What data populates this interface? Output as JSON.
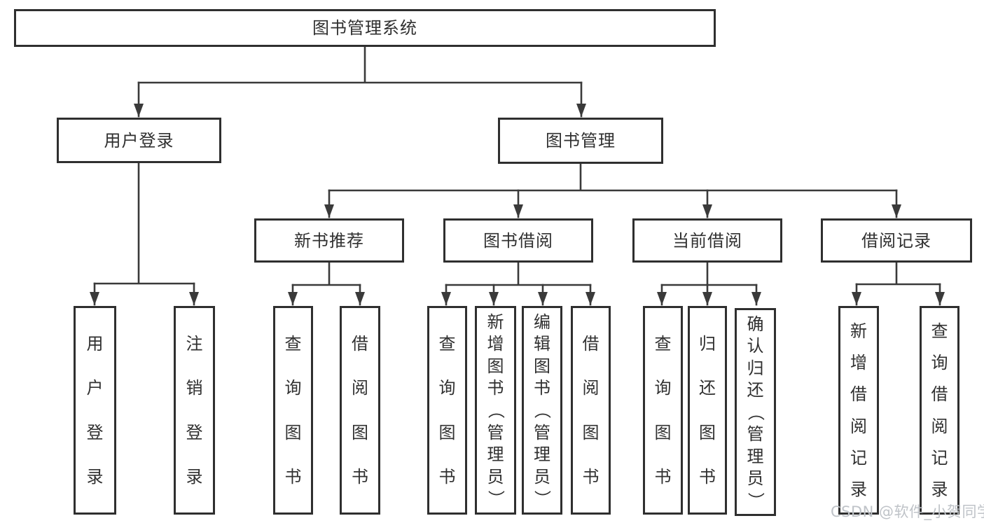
{
  "diagram": {
    "root": {
      "label": "图书管理系统"
    },
    "level2": [
      {
        "label": "用户登录"
      },
      {
        "label": "图书管理"
      }
    ],
    "level3": [
      {
        "label": "新书推荐",
        "parent": "图书管理"
      },
      {
        "label": "图书借阅",
        "parent": "图书管理"
      },
      {
        "label": "当前借阅",
        "parent": "图书管理"
      },
      {
        "label": "借阅记录",
        "parent": "图书管理"
      }
    ],
    "leaves": [
      {
        "label": "用户登录",
        "parent": "用户登录"
      },
      {
        "label": "注销登录",
        "parent": "用户登录"
      },
      {
        "label": "查询图书",
        "parent": "新书推荐"
      },
      {
        "label": "借阅图书",
        "parent": "新书推荐"
      },
      {
        "label": "查询图书",
        "parent": "图书借阅"
      },
      {
        "label": "新增图书（管理员）",
        "parent": "图书借阅"
      },
      {
        "label": "编辑图书（管理员）",
        "parent": "图书借阅"
      },
      {
        "label": "借阅图书",
        "parent": "图书借阅"
      },
      {
        "label": "查询图书",
        "parent": "当前借阅"
      },
      {
        "label": "归还图书",
        "parent": "当前借阅"
      },
      {
        "label": "确认归还（管理员）",
        "parent": "当前借阅"
      },
      {
        "label": "新增借阅记录",
        "parent": "借阅记录"
      },
      {
        "label": "查询借阅记录",
        "parent": "借阅记录"
      }
    ]
  },
  "watermark": {
    "text": "CSDN @软件_小贺同学"
  },
  "colors": {
    "line": "#3a3a3a",
    "box_border": "#2f2f2f",
    "text": "#303030",
    "background": "#ffffff",
    "watermark": "#bfc3c8"
  }
}
